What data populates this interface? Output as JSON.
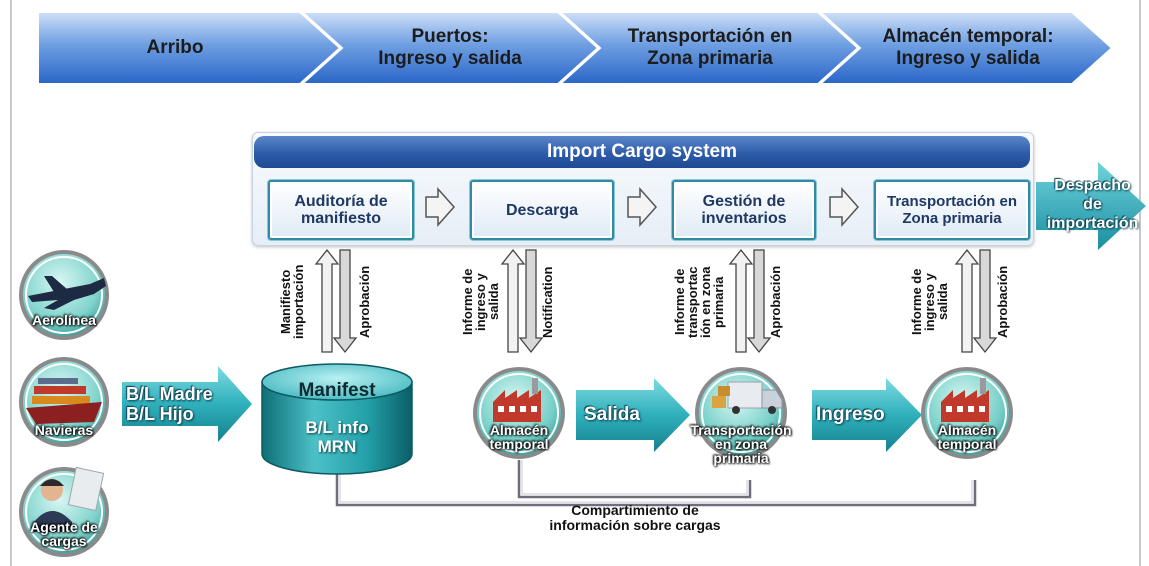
{
  "phases": [
    "Arribo",
    "Puertos:\nIngreso y salida",
    "Transportación en\nZona primaria",
    "Almacén temporal:\nIngreso y salida"
  ],
  "system": {
    "title": "Import Cargo system",
    "steps": [
      "Auditoría de\nmanifiesto",
      "Descarga",
      "Gestión de\ninventarios",
      "Transportación en\nZona primaria"
    ],
    "exit": "Despacho\nde\nimportación"
  },
  "flows": [
    {
      "up": "Manifiesto\nimportación",
      "down": "Aprobación"
    },
    {
      "up": "Informe de\ningreso y\nsalida",
      "down": "Notification"
    },
    {
      "up": "Informe de\ntransportac\nión en zona\nprimaria",
      "down": "Aprobación"
    },
    {
      "up": "Informe de\ningreso y\nsalida",
      "down": "Aprobación"
    }
  ],
  "actors": [
    "Aerolínea",
    "Navieras",
    "Agente de\ncargas"
  ],
  "bl_label": "B/L Madre\nB/L Hijo",
  "manifest": {
    "title": "Manifest",
    "body": "B/L info\nMRN"
  },
  "nodes": [
    "Almacén\ntemporal",
    "Transportación\nen zona\nprimaria",
    "Almacén\ntemporal"
  ],
  "arrows": {
    "salida": "Salida",
    "ingreso": "Ingreso"
  },
  "footer": "Compartimiento de\ninformación sobre cargas",
  "colors": {
    "chevron": "#2c6fd1",
    "system_bar": "#2d5ba9",
    "teal": "#1f9aa8",
    "step_border": "#2f8aa3"
  }
}
